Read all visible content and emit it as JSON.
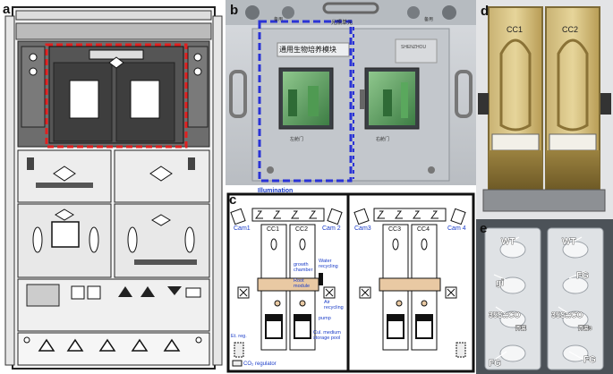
{
  "panels": {
    "a": {
      "label": "a"
    },
    "b": {
      "label": "b",
      "module_title": "通用生物培养模块",
      "top_label": "光照单元",
      "door_left": "左舱门",
      "door_right": "右舱门",
      "tag_left": "备用",
      "tag_right": "备用",
      "badge": "SHENZHOU"
    },
    "c": {
      "label": "c",
      "illumination": "Illumination",
      "cam1": "Cam1",
      "cam2": "Cam 2",
      "cam3": "Cam3",
      "cam4": "Cam 4",
      "cc1": "CC1",
      "cc2": "CC2",
      "cc3": "CC3",
      "cc4": "CC4",
      "growth_chamber": "growth chamber",
      "water_recycling": "Water recycling",
      "root_module": "Root module",
      "air_recycling": "Air recycling",
      "pump": "pump",
      "cul_medium": "Cul. medium storage pool",
      "et_reg": "Et. reg.",
      "co2_regulator": "CO₂ regulator"
    },
    "d": {
      "label": "d",
      "cc1": "CC1",
      "cc2": "CC2"
    },
    "e": {
      "label": "e",
      "wt_left": "WT",
      "wt_right": "WT",
      "gi": "gi",
      "fg_top": "FG",
      "fg_left": "FG",
      "fg_right": "FG",
      "co_left": "35S::CO",
      "co_right": "35S::CO",
      "chn_left": "芥菜",
      "chn_right": "芥菜3"
    }
  },
  "colors": {
    "red_dash": "#e02020",
    "blue_dash": "#2a33d6",
    "blue_text": "#1a3cc8",
    "root_fill": "#e9c9a3"
  }
}
